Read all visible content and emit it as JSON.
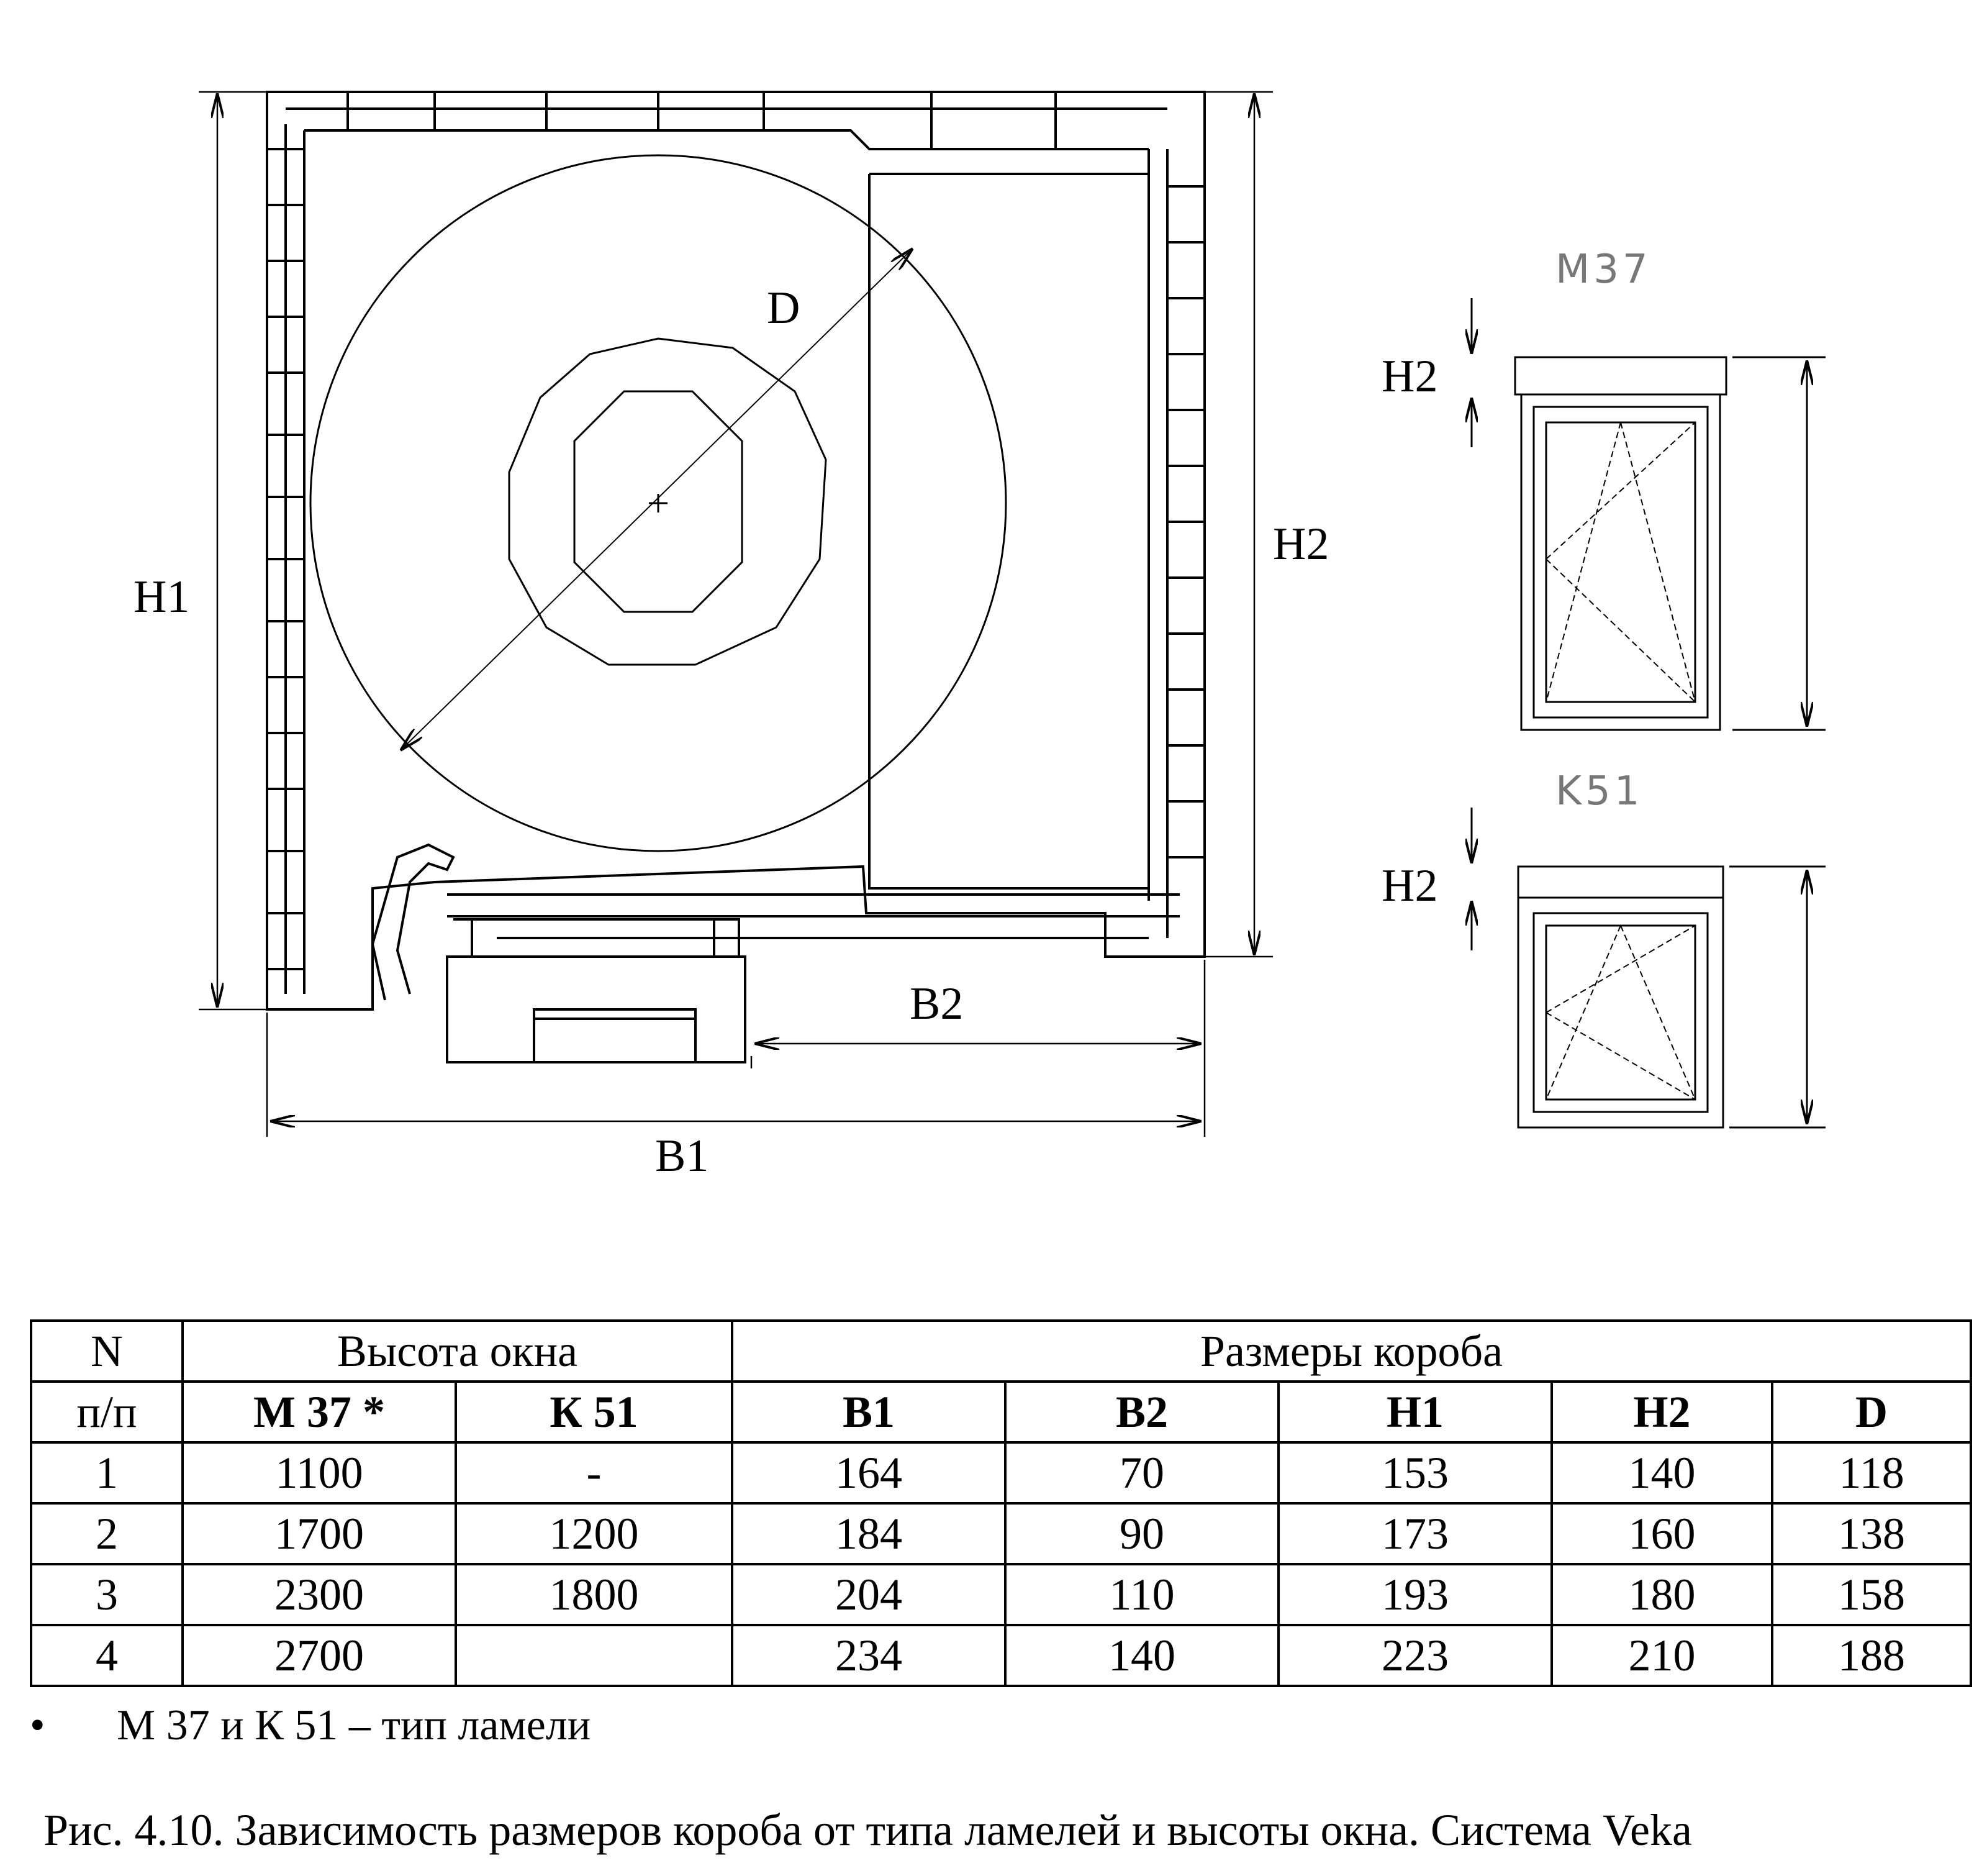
{
  "drawing": {
    "labels": {
      "d": "D",
      "h1": "H1",
      "h2": "H2",
      "b1": "B1",
      "b2": "B2"
    },
    "small_views": [
      {
        "type": "M37",
        "h2_label": "H2"
      },
      {
        "type": "K51",
        "h2_label": "H2"
      }
    ]
  },
  "table": {
    "col_n_line1": "N",
    "col_n_line2": "п/п",
    "group_window_height": "Высота окна",
    "group_box_sizes": "Размеры короба",
    "sub_headers": [
      "М 37 *",
      "К 51",
      "B1",
      "B2",
      "H1",
      "H2",
      "D"
    ],
    "rows": [
      {
        "n": "1",
        "m37": "1100",
        "k51": "-",
        "b1": "164",
        "b2": "70",
        "h1": "153",
        "h2": "140",
        "d": "118"
      },
      {
        "n": "2",
        "m37": "1700",
        "k51": "1200",
        "b1": "184",
        "b2": "90",
        "h1": "173",
        "h2": "160",
        "d": "138"
      },
      {
        "n": "3",
        "m37": "2300",
        "k51": "1800",
        "b1": "204",
        "b2": "110",
        "h1": "193",
        "h2": "180",
        "d": "158"
      },
      {
        "n": "4",
        "m37": "2700",
        "k51": "",
        "b1": "234",
        "b2": "140",
        "h1": "223",
        "h2": "210",
        "d": "188"
      }
    ]
  },
  "note": {
    "bullet": "•",
    "text": "М 37 и К 51 – тип ламели"
  },
  "caption": "Рис. 4.10. Зависимость размеров короба от типа ламелей и высоты окна. Система Veka"
}
